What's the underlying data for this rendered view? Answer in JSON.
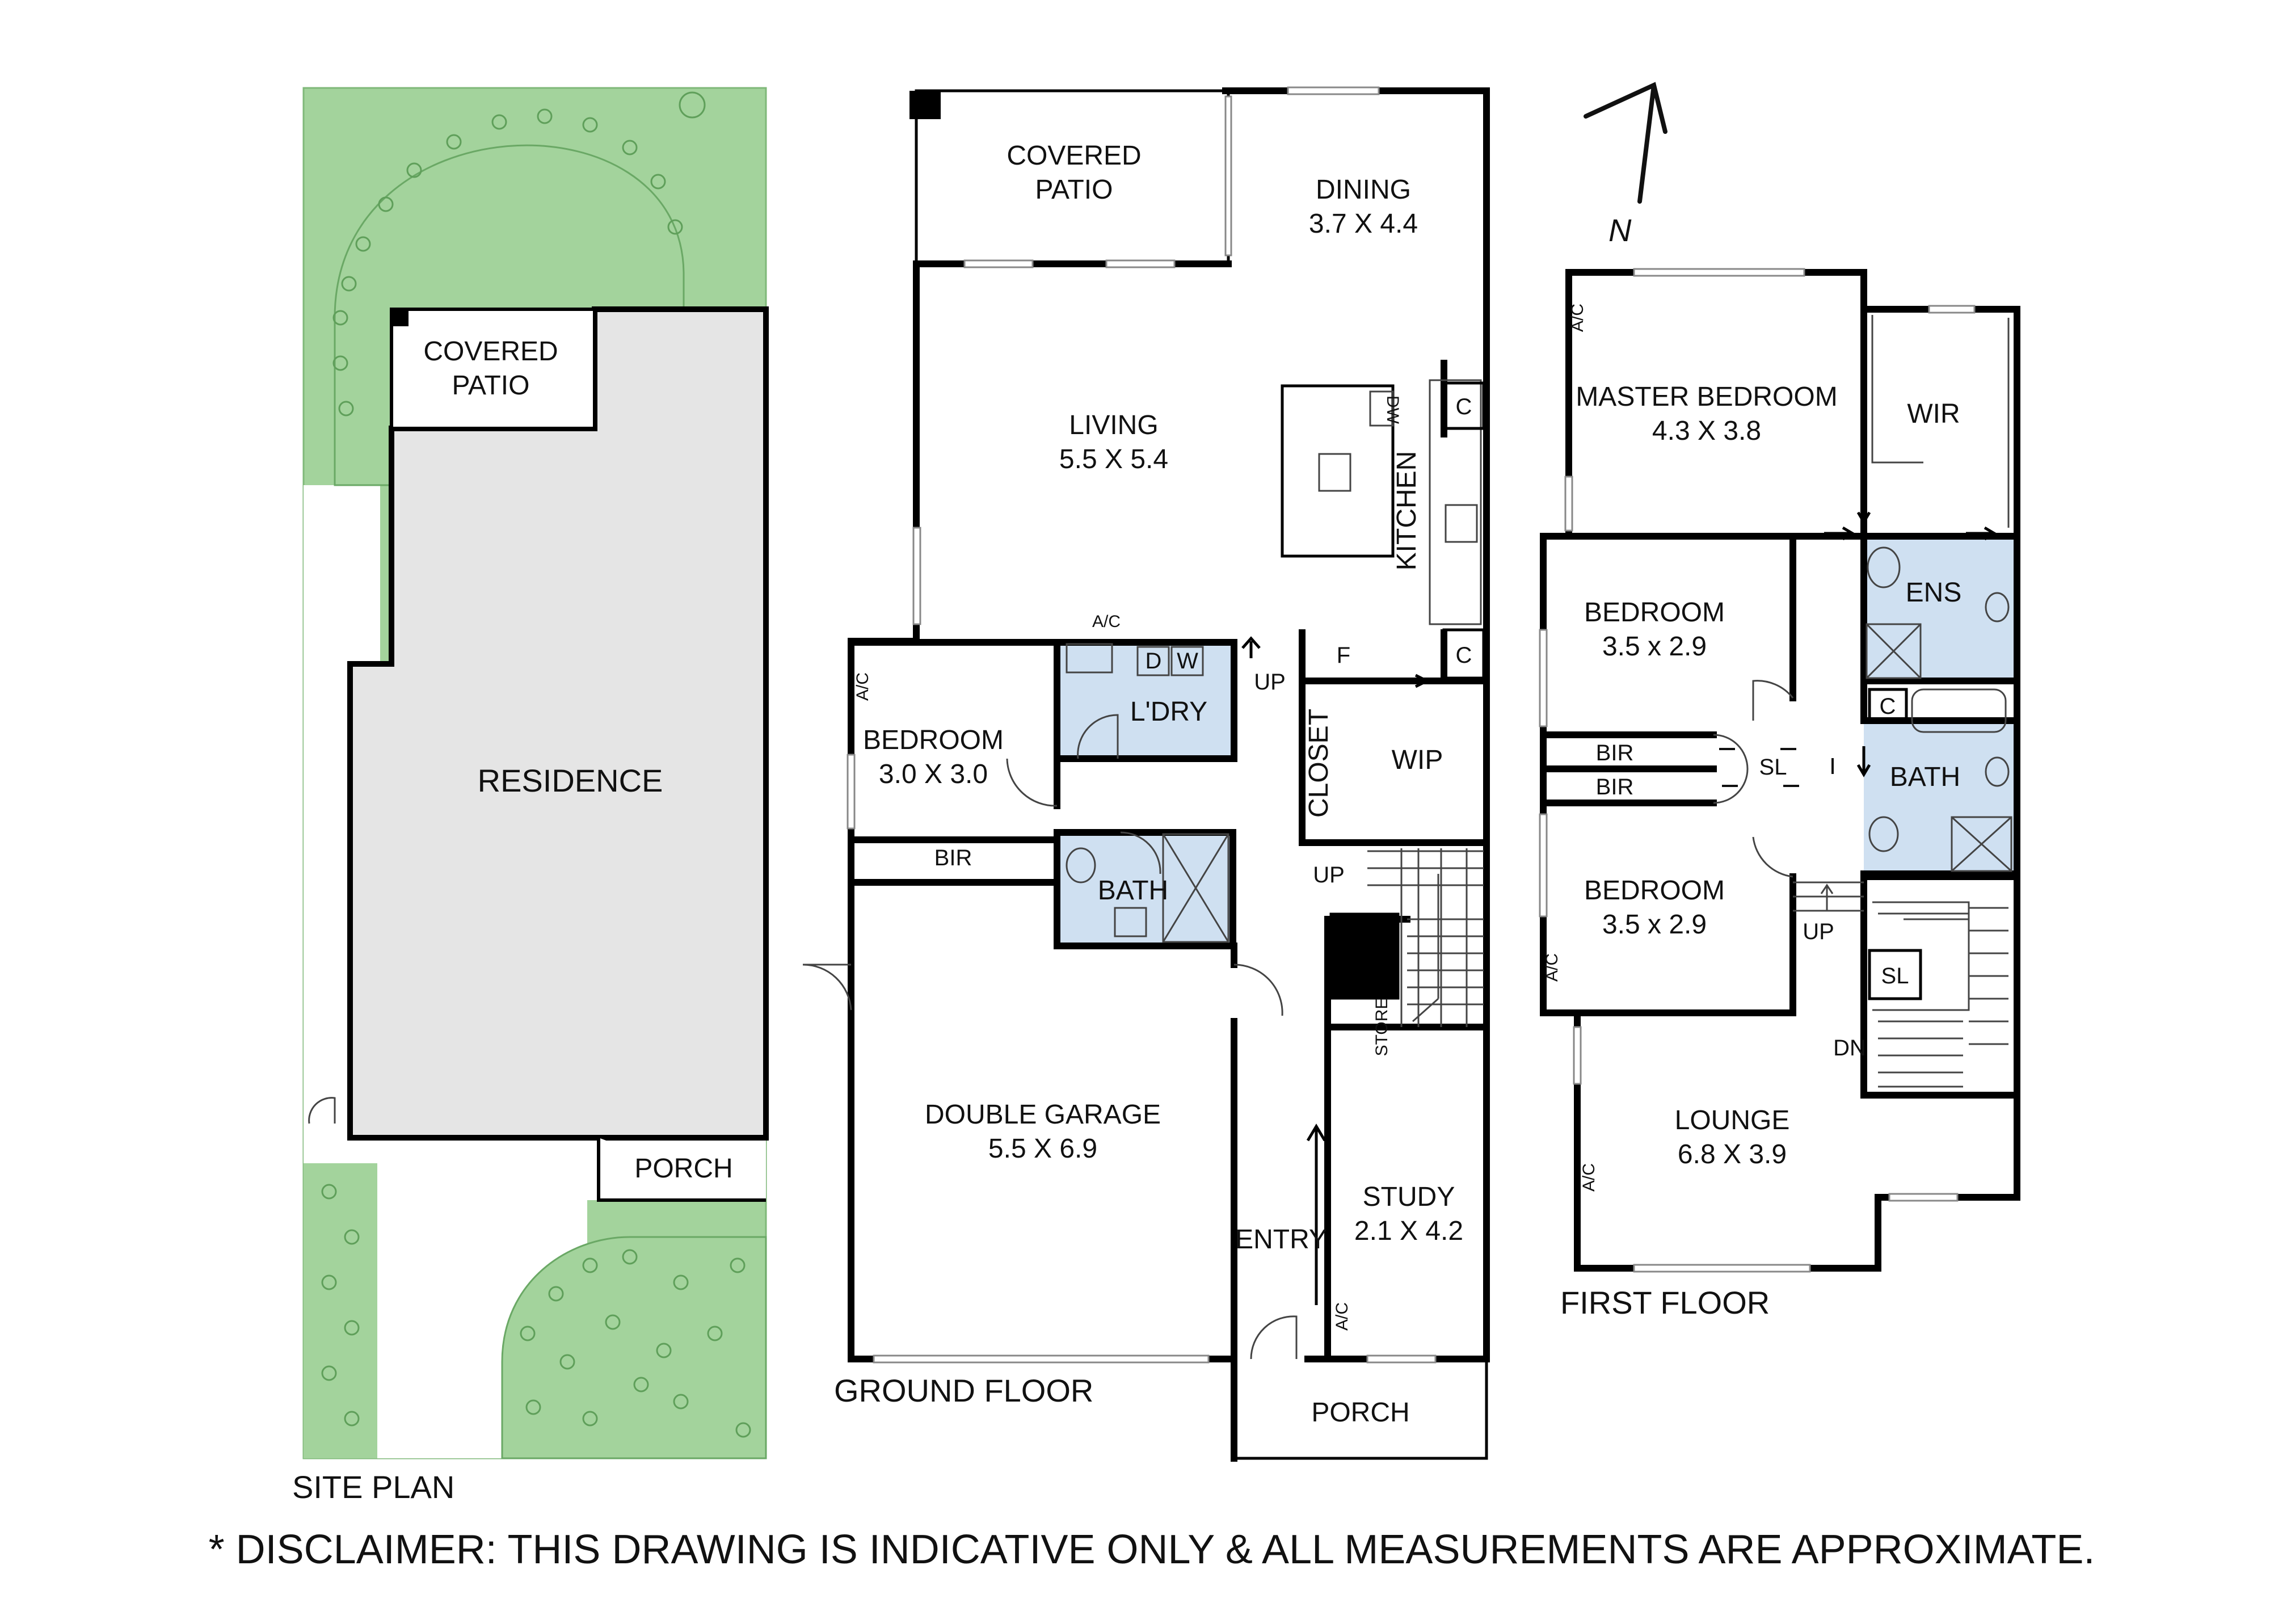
{
  "site_plan": {
    "title": "SITE PLAN",
    "residence": "RESIDENCE",
    "covered_patio_line1": "COVERED",
    "covered_patio_line2": "PATIO",
    "porch": "PORCH"
  },
  "ground_floor": {
    "title": "GROUND FLOOR",
    "covered_patio_line1": "COVERED",
    "covered_patio_line2": "PATIO",
    "dining_name": "DINING",
    "dining_size": "3.7 X 4.4",
    "living_name": "LIVING",
    "living_size": "5.5 X 5.4",
    "kitchen": "KITCHEN",
    "dw": "DW",
    "c_upper": "C",
    "c_lower": "C",
    "f": "F",
    "ac_laundry": "A/C",
    "d": "D",
    "w": "W",
    "laundry": "L'DRY",
    "up_top": "UP",
    "bedroom_name": "BEDROOM",
    "bedroom_size": "3.0 X 3.0",
    "ac_bedroom": "A/C",
    "closet": "CLOSET",
    "wip": "WIP",
    "bir": "BIR",
    "bath": "BATH",
    "up_stair": "UP",
    "store": "STORE",
    "garage_name": "DOUBLE GARAGE",
    "garage_size": "5.5 X 6.9",
    "study_name": "STUDY",
    "study_size": "2.1 X 4.2",
    "entry": "ENTRY",
    "ac_study": "A/C",
    "porch": "PORCH"
  },
  "first_floor": {
    "title": "FIRST FLOOR",
    "north": "N",
    "ac_master": "A/C",
    "master_name": "MASTER BEDROOM",
    "master_size": "4.3 X 3.8",
    "wir": "WIR",
    "ens": "ENS",
    "bedroom1_name": "BEDROOM",
    "bedroom1_size": "3.5 x 2.9",
    "bir1": "BIR",
    "bir2": "BIR",
    "sl_hall": "SL",
    "c": "C",
    "bath": "BATH",
    "bedroom2_name": "BEDROOM",
    "bedroom2_size": "3.5 x 2.9",
    "ac_bedroom2": "A/C",
    "up": "UP",
    "sl_stair": "SL",
    "dn": "DN",
    "lounge_name": "LOUNGE",
    "lounge_size": "6.8 X 3.9",
    "ac_lounge": "A/C"
  },
  "disclaimer": "* DISCLAIMER: THIS DRAWING IS INDICATIVE ONLY & ALL MEASUREMENTS ARE APPROXIMATE.",
  "colors": {
    "lawn": "#a3d39c",
    "lawn_outline": "#7fb879",
    "residence": "#e5e5e5",
    "wet_area": "#cfe0f1",
    "wall": "#000000"
  }
}
